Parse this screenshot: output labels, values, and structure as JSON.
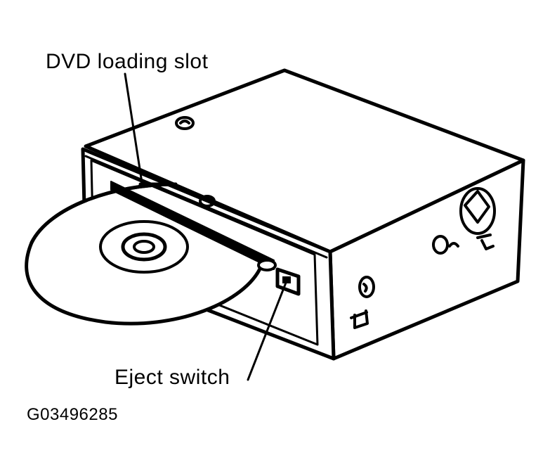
{
  "labels": {
    "loading_slot": "DVD loading slot",
    "eject_switch": "Eject switch"
  },
  "figure_code": "G03496285",
  "colors": {
    "ink": "#000000",
    "paper": "#ffffff"
  },
  "icons": [
    "dvd-drive-illustration",
    "disc-icon",
    "eject-button-icon",
    "screw-icon",
    "mounting-bracket-icon"
  ]
}
